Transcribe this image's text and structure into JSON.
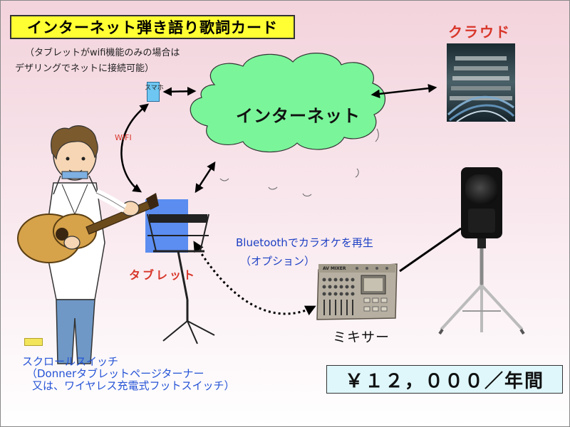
{
  "title": "インターネット弾き語り歌詞カード",
  "note_lines": [
    "（タブレットがwifi機能のみの場合は",
    "デザリングでネットに接続可能）"
  ],
  "phone_label": "スマホ",
  "wifi_label": "WIFI",
  "cloud_text": "インターネット",
  "cloud_service_label": "クラウド",
  "bluetooth_lines": [
    "Bluetoothでカラオケを再生",
    "（オプション）"
  ],
  "tablet_label": "タブレット",
  "mixer_label": "ミキサー",
  "switch_lines": [
    "スクロールスイッチ",
    "（Donnerタブレットページターナー",
    "又は、ワイヤレス充電式フットスイッチ）"
  ],
  "mixer_brand": "AV MIXER",
  "price": "￥１２，０００／年間",
  "colors": {
    "title_bg": "#ffff33",
    "cloud_fill": "#7af59a",
    "red_label": "#d8362a",
    "blue_text": "#1d3fc4",
    "price_bg": "#dff7fb",
    "tablet_blue": "#3f7df0"
  }
}
